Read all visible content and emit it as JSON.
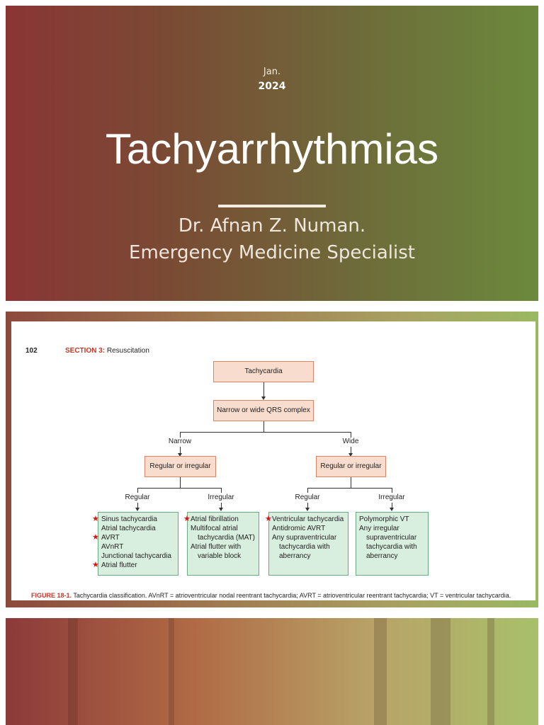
{
  "title_slide": {
    "month": "Jan.",
    "year": "2024",
    "title": "Tachyarrhythmias",
    "author": "Dr. Afnan Z. Numan.",
    "role": "Emergency Medicine Specialist"
  },
  "figure_slide": {
    "page_number": "102",
    "section_word": "SECTION 3:",
    "section_name": " Resuscitation",
    "root": "Tachycardia",
    "qrs": "Narrow or wide QRS complex",
    "narrow": "Narrow",
    "wide": "Wide",
    "narrow_node": "Regular or irregular",
    "wide_node": "Regular or irregular",
    "regular_label": "Regular",
    "irregular_label": "Irregular",
    "narrow_regular": [
      "Sinus tachycardia",
      "Atrial tachycardia",
      "AVRT",
      "AVnRT",
      "Junctional tachycardia",
      "Atrial flutter"
    ],
    "narrow_irregular": [
      "Atrial fibrillation",
      "Multifocal atrial",
      "tachycardia (MAT)",
      "Atrial flutter with",
      "variable block"
    ],
    "wide_regular": [
      "Ventricular tachycardia",
      "Antidromic AVRT",
      "Any supraventricular",
      "tachycardia with",
      "aberrancy"
    ],
    "wide_irregular": [
      "Polymorphic VT",
      "Any irregular",
      "supraventricular",
      "tachycardia with",
      "aberrancy"
    ],
    "caption_fig": "FIGURE 18-1.",
    "caption_text": " Tachycardia classification. AVnRT = atrioventricular nodal reentrant tachycardia; AVRT = atrioventricular reentrant tachycardia; VT = ventricular tachycardia."
  },
  "colors": {
    "node_fill": "#f8dccd",
    "leaf_fill": "#d8eedf",
    "star": "#e01010"
  }
}
